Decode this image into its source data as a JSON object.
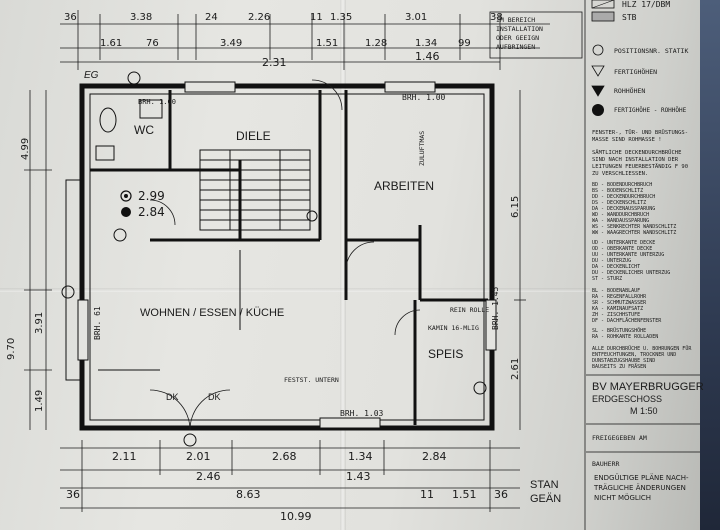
{
  "dims_top_row1": [
    "36",
    "3.38",
    "24",
    "2.26",
    "11",
    "1.35",
    "3.01",
    "38"
  ],
  "dims_top_row2": [
    "1.61",
    "76",
    "3.49",
    "1.51",
    "1.28",
    "1.34",
    "99"
  ],
  "dims_top_row3": [
    "2.31",
    "1.46"
  ],
  "dims_bottom_row1": [
    "2.11",
    "2.01",
    "2.68",
    "1.34",
    "2.84"
  ],
  "dims_bottom_row2": [
    "2.46",
    "1.43"
  ],
  "dims_bottom_row3": [
    "36",
    "8.63",
    "11",
    "1.51",
    "36"
  ],
  "dims_bottom_total": "10.99",
  "dims_left": [
    "4.99",
    "3.91",
    "1.49",
    "9.70"
  ],
  "dims_right": [
    "6.15",
    "2.61"
  ],
  "rooms": {
    "wc": "WC",
    "diele": "DIELE",
    "arbeiten": "ARBEITEN",
    "wohnen": "WOHNEN / ESSEN / KÜCHE",
    "speis": "SPEIS"
  },
  "labels": {
    "eg": "EG",
    "brh_top_left": "BRH. 1.00",
    "brh_top_right": "BRH. 1.00",
    "brh_bottom": "BRH. 1.03",
    "brh_left": "BRH. 61",
    "brh_right": "BRH. 1.45",
    "zuluftmas": "ZULUFTMAS",
    "rein_rolle": "REIN ROLLE",
    "kaminseite": "KAMIN 16-MLIG",
    "dk_left": "DK",
    "dk_right": "DK",
    "spot_high": "2.99",
    "spot_low": "2.84",
    "note_festst": "FESTST. UNTERN"
  },
  "header_note": {
    "lines": [
      "IM BEREICH",
      "INSTALLATION",
      "ODER GEEIGN",
      "AUFBRINGEN"
    ]
  },
  "legend": {
    "hlz": "HLZ 17/DBM",
    "stb": "STB",
    "pos_statik": "POSITIONSNR. STATIK",
    "fertighoehen": "FERTIGHÖHEN",
    "rohhoehen": "ROHHÖHEN",
    "fertig_roh": "FERTIGHÖHE - ROHHÖHE",
    "notes": [
      "FENSTER-, TÜR- UND BRÜSTUNGS-",
      "MASSE SIND ROHMASSE !",
      "",
      "SÄMTLICHE DECKENDURCHBRÜCHE",
      "SIND NACH INSTALLATION DER",
      "LEITUNGEN FEUERBESTÄNDIG F 90",
      "ZU VERSCHLIESSEN."
    ],
    "codes_a": [
      "BD - BODENDURCHBRUCH",
      "BS - BODENSCHLITZ",
      "DD - DECKENDURCHBRUCH",
      "DS - DECKENSCHLITZ",
      "DA - DECKENAUSSPARUNG",
      "WD - WANDDURCHBRUCH",
      "WA - WANDAUSSPARUNG",
      "WS - SENKRECHTER WANDSCHLITZ",
      "WW - WAAGRECHTER WANDSCHLITZ"
    ],
    "codes_b": [
      "UD - UNTERKANTE DECKE",
      "OD - OBERKANTE DECKE",
      "UU - UNTERKANTE UNTERZUG",
      "DU - UNTERZUG",
      "DA - DECKENLICHT",
      "DU - DECKENLICHER UNTERZUG",
      "ST - STURZ"
    ],
    "codes_c": [
      "BL - BODENABLAUF",
      "RA - REGENFALLROHR",
      "SR - SCHMUTZWASSER",
      "KA - KAMINAUFSATZ",
      "ZH - ZISCHHSTUFE",
      "DF - DACHFLÄCHENFENSTER"
    ],
    "codes_d": [
      "SL - BRÜSTUNGSHÖHE",
      "RA - ROHKANTE ROLLADEN"
    ],
    "codes_e": [
      "ALLE DURCHBRÜCHE U. BOHRUNGEN FÜR",
      "ENTFEUCHTUNGEN, TROCKNER UND",
      "DUNSTABZUGSHAUBE SIND",
      "BAUSEITS ZU FRÄSEN"
    ],
    "project": "BV MAYERBRUGGER",
    "floor": "ERDGESCHOSS",
    "scale": "M 1:50",
    "freigegeben": "FREIGEGEBEN AM",
    "bauherr": "BAUHERR",
    "footer_note": [
      "ENDGÜLTIGE PLÄNE NACH-",
      "TRÄGLICHE ÄNDERUNGEN",
      "NICHT MÖGLICH"
    ]
  },
  "bottom_left_labels": [
    "STAN",
    "GEÄN"
  ]
}
